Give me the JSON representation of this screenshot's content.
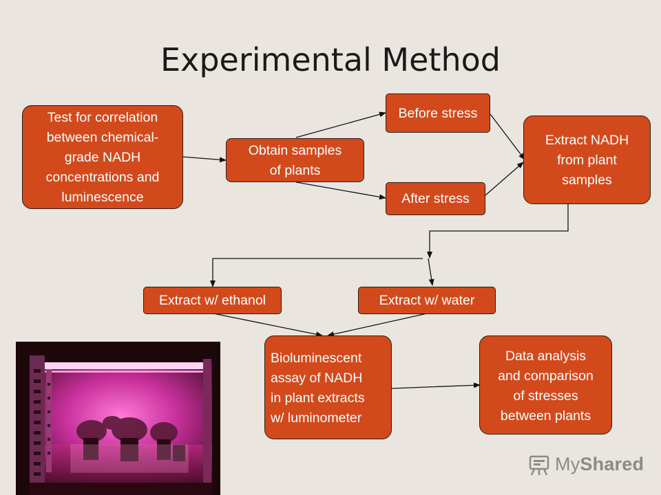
{
  "slide": {
    "title": "Experimental Method"
  },
  "boxes": {
    "correlation_test": "Test for correlation\nbetween chemical-\ngrade NADH\nconcentrations and\nluminescence",
    "obtain_samples": "Obtain samples\nof plants",
    "before_stress": "Before stress",
    "after_stress": "After stress",
    "extract_nadh": "Extract NADH\nfrom plant\nsamples",
    "extract_ethanol": "Extract w/ ethanol",
    "extract_water": "Extract w/ water",
    "bioluminescent_assay": "Bioluminescent\nassay of NADH\nin plant extracts\nw/ luminometer",
    "data_analysis": "Data analysis\nand comparison\nof stresses\nbetween plants"
  },
  "colors": {
    "box_fill": "#d24a1c",
    "box_text": "#ffffff",
    "background": "#eae6df",
    "arrow": "#111111"
  },
  "logo": {
    "text_light": "My",
    "text_bold": "Shared",
    "icon": "projector-icon"
  }
}
